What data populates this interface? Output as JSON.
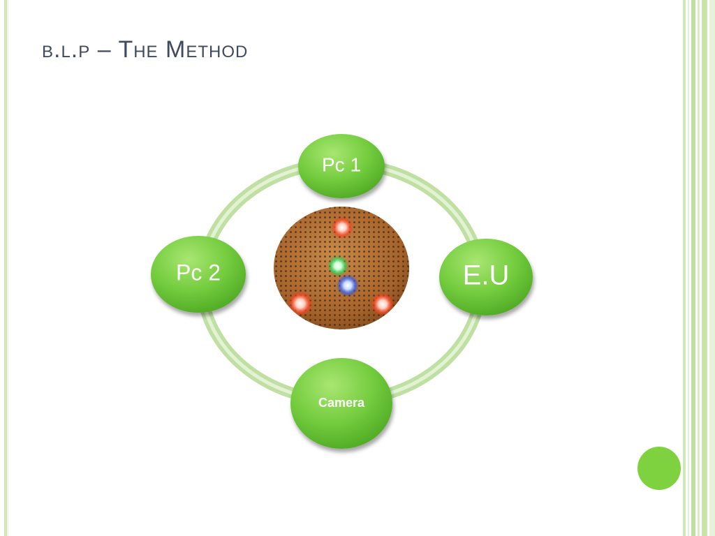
{
  "slide": {
    "title": "b.l.p – The Method"
  },
  "diagram": {
    "nodes": {
      "top": "Pc 1",
      "left": "Pc 2",
      "right": "E.U",
      "bottom": "Camera"
    },
    "center_image": "led-board-photo"
  },
  "colors": {
    "title": "#404a5e",
    "node_fill": "#6cc637",
    "node_highlight": "#9de36a",
    "ring": "#c6e6a8",
    "accent_dot": "#7ed23f",
    "border": "#cfe8b8"
  }
}
